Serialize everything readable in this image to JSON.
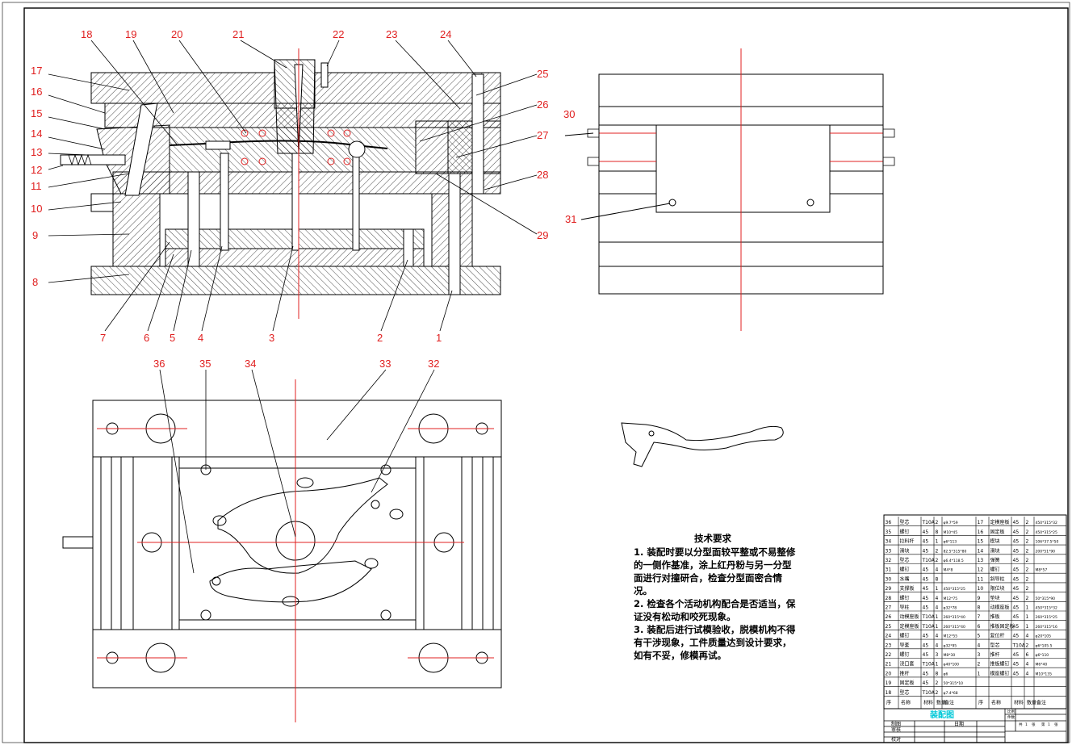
{
  "drawing": {
    "main_view_labels": [
      "1",
      "2",
      "3",
      "4",
      "5",
      "6",
      "7",
      "8",
      "9",
      "10",
      "11",
      "12",
      "13",
      "14",
      "15",
      "16",
      "17",
      "18",
      "19",
      "20",
      "21",
      "22",
      "23",
      "24",
      "25",
      "26",
      "27",
      "28",
      "29"
    ],
    "side_view_labels": [
      "30",
      "31"
    ],
    "plan_view_labels": [
      "32",
      "33",
      "34",
      "35",
      "36"
    ]
  },
  "tech_requirements": {
    "title": "技术要求",
    "lines": [
      "1. 装配时要以分型面较平整或不易整修",
      "的一侧作基准，涂上红丹粉与另一分型",
      "面进行对撞研合，检查分型面密合情",
      "况。",
      "2. 检查各个活动机构配合是否适当，保",
      "证没有松动和咬死现象。",
      "3. 装配后进行试模验收，脱模机构不得",
      "有干涉现象，工件质量达到设计要求，",
      "如有不妥，修模再试。"
    ]
  },
  "bom": {
    "left": [
      [
        "36",
        "型芯",
        "T10A",
        "2",
        "φ9.7*59"
      ],
      [
        "35",
        "螺钉",
        "45",
        "8",
        "M10*45"
      ],
      [
        "34",
        "拉料杆",
        "45",
        "1",
        "φ6*113"
      ],
      [
        "33",
        "滑块",
        "45",
        "2",
        "82.5*315*80"
      ],
      [
        "32",
        "型芯",
        "T10A",
        "2",
        "φ6.4*118.5"
      ],
      [
        "31",
        "螺钉",
        "45",
        "4",
        "M4*8"
      ],
      [
        "30",
        "水嘴",
        "45",
        "8",
        ""
      ],
      [
        "29",
        "支撑板",
        "45",
        "1",
        "450*315*25"
      ],
      [
        "28",
        "螺钉",
        "45",
        "4",
        "M12*75"
      ],
      [
        "27",
        "导柱",
        "45",
        "4",
        "φ32*78"
      ],
      [
        "26",
        "动模座板",
        "T10A",
        "1",
        "260*315*40"
      ],
      [
        "25",
        "定模座板",
        "T10A",
        "1",
        "260*315*40"
      ],
      [
        "24",
        "螺钉",
        "45",
        "4",
        "M12*55"
      ],
      [
        "23",
        "导套",
        "45",
        "4",
        "φ32*95"
      ],
      [
        "22",
        "螺钉",
        "45",
        "3",
        "M8*30"
      ],
      [
        "21",
        "浇口套",
        "T10A",
        "1",
        "φ40*100"
      ],
      [
        "20",
        "推杆",
        "45",
        "8",
        "φ6"
      ],
      [
        "19",
        "固定板",
        "45",
        "2",
        "50*315*10"
      ],
      [
        "18",
        "型芯",
        "T10A",
        "2",
        "φ7.4*68"
      ]
    ],
    "right": [
      [
        "17",
        "定模座板",
        "45",
        "2",
        "450*315*32"
      ],
      [
        "16",
        "固定板",
        "45",
        "2",
        "450*315*25"
      ],
      [
        "15",
        "楔块",
        "45",
        "2",
        "106*37.5*50"
      ],
      [
        "14",
        "滑块",
        "45",
        "2",
        "200*51*90"
      ],
      [
        "13",
        "弹簧",
        "45",
        "2",
        ""
      ],
      [
        "12",
        "螺钉",
        "45",
        "2",
        "M8*57"
      ],
      [
        "11",
        "斜导柱",
        "45",
        "2",
        ""
      ],
      [
        "10",
        "限位块",
        "45",
        "2",
        ""
      ],
      [
        "9",
        "垫块",
        "45",
        "2",
        "50*315*90"
      ],
      [
        "8",
        "动模座板",
        "45",
        "1",
        "450*315*32"
      ],
      [
        "7",
        "推板",
        "45",
        "1",
        "260*315*25"
      ],
      [
        "6",
        "推板固定板",
        "45",
        "1",
        "260*315*16"
      ],
      [
        "5",
        "复位杆",
        "45",
        "4",
        "φ20*105"
      ],
      [
        "4",
        "型芯",
        "T10A",
        "2",
        "φ6*105.5"
      ],
      [
        "3",
        "推杆",
        "45",
        "6",
        "φ6*110"
      ],
      [
        "2",
        "推板螺钉",
        "45",
        "4",
        "M6*40"
      ],
      [
        "1",
        "模座螺钉",
        "45",
        "4",
        "M10*135"
      ]
    ],
    "headers": [
      "序",
      "名称",
      "材料",
      "数量",
      "备注"
    ],
    "drawing_title": "装配图",
    "roles": [
      "制图",
      "审核",
      "校对"
    ],
    "date_label": "日期",
    "scale_labels": [
      "比例",
      "件数",
      "共",
      "张",
      "第",
      "张"
    ],
    "sheet_counts": [
      "1",
      "1"
    ]
  },
  "colors": {
    "line": "#000000",
    "label": "#e02020",
    "centerline": "#e02020",
    "title_cyan": "#00c8d8"
  }
}
